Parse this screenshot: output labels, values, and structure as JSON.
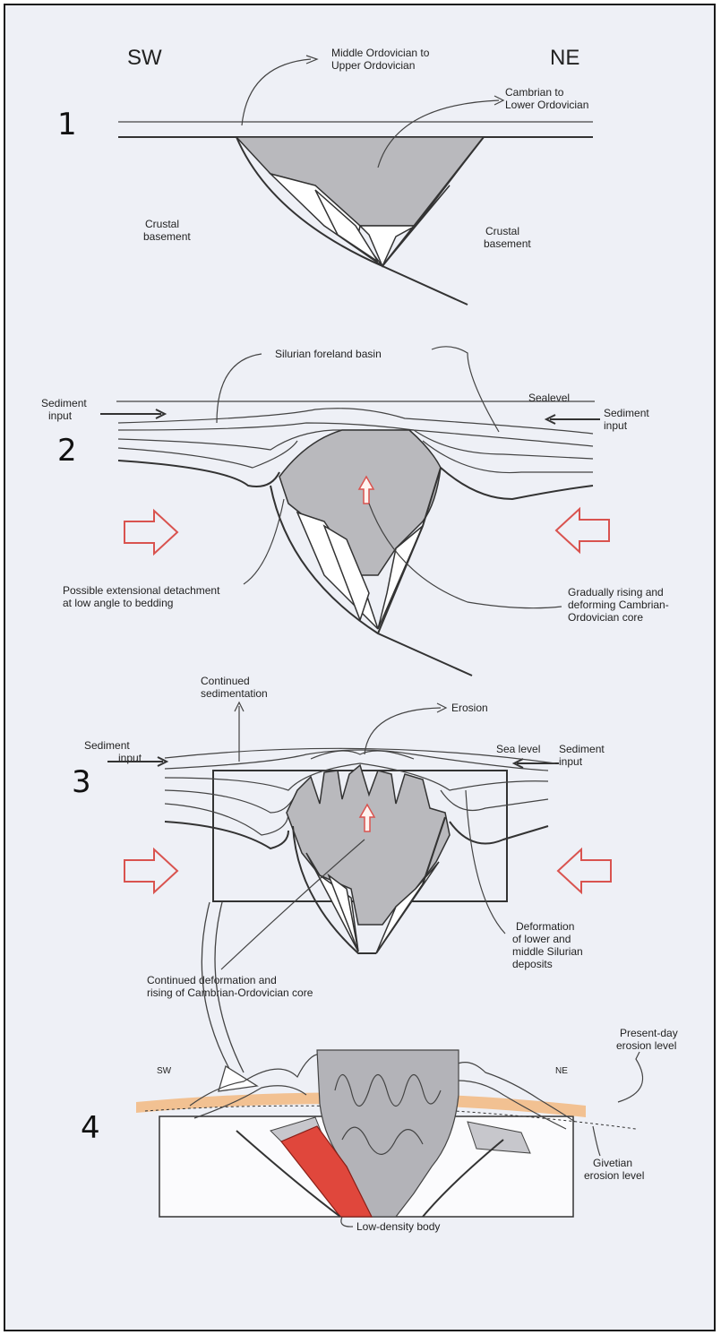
{
  "compass": {
    "sw": "SW",
    "ne": "NE",
    "sw_small": "SW",
    "ne_small": "NE"
  },
  "panel1": {
    "number": "1",
    "middle_ordovician_1": "Middle Ordovician to",
    "middle_ordovician_2": "Upper Ordovician",
    "cambrian_1": "Cambrian to",
    "cambrian_2": "Lower Ordovician",
    "crustal_left_1": "Crustal",
    "crustal_left_2": "basement",
    "crustal_right_1": "Crustal",
    "crustal_right_2": "basement"
  },
  "panel2": {
    "number": "2",
    "silurian_basin": "Silurian foreland basin",
    "sediment_left_1": "Sediment",
    "sediment_left_2": "input",
    "sealevel": "Sealevel",
    "sediment_right_1": "Sediment",
    "sediment_right_2": "input",
    "detachment_1": "Possible extensional detachment",
    "detachment_2": "at low angle to bedding",
    "rising_1": "Gradually rising and",
    "rising_2": "deforming Cambrian-",
    "rising_3": "Ordovician core"
  },
  "panel3": {
    "number": "3",
    "continued_sed_1": "Continued",
    "continued_sed_2": "sedimentation",
    "erosion": "Erosion",
    "sediment_left_1": "Sediment",
    "sediment_left_2": "input",
    "sea_level": "Sea level",
    "sediment_right_1": "Sediment",
    "sediment_right_2": "input",
    "deformation_1": "Deformation",
    "deformation_2": "of lower and",
    "deformation_3": "middle Silurian",
    "deformation_4": "deposits",
    "continued_def_1": "Continued deformation and",
    "continued_def_2": "rising of Cambrian-Ordovician core"
  },
  "panel4": {
    "number": "4",
    "present_day_1": "Present-day",
    "present_day_2": "erosion level",
    "givetian_1": "Givetian",
    "givetian_2": "erosion level",
    "low_density": "Low-density body"
  },
  "colors": {
    "background": "#eef0f6",
    "core_grey": "#b9b9bd",
    "arrow_red": "#d9534f",
    "erosion_band": "#f2b880",
    "low_density_red": "#e0473c"
  }
}
